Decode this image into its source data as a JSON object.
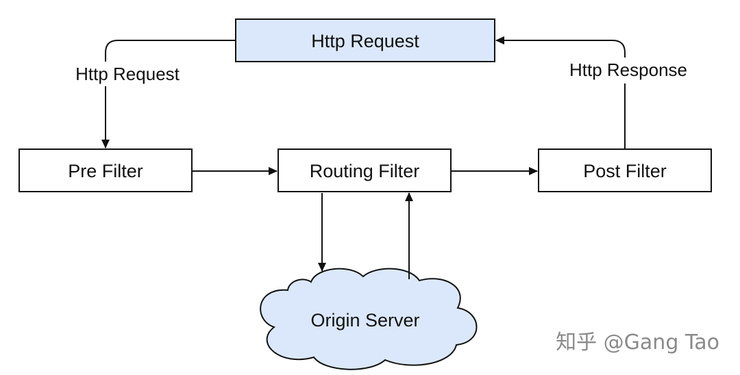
{
  "nodes": {
    "top": {
      "label": "Http Request",
      "fill": "#dbe8fb"
    },
    "pre": {
      "label": "Pre Filter",
      "fill": "#ffffff"
    },
    "routing": {
      "label": "Routing Filter",
      "fill": "#ffffff"
    },
    "post": {
      "label": "Post Filter",
      "fill": "#ffffff"
    },
    "origin": {
      "label": "Origin Server",
      "fill": "#dbe8fb"
    }
  },
  "edges": {
    "left_label": "Http Request",
    "right_label": "Http Response"
  },
  "watermark": "知乎 @Gang Tao"
}
